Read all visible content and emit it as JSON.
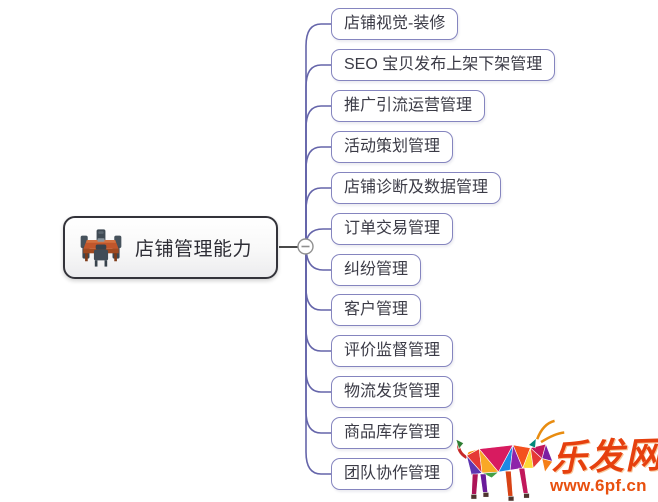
{
  "diagram": {
    "root": {
      "label": "店铺管理能力",
      "icon": "meeting-table-icon"
    },
    "collapse_button_symbol": "−",
    "branches": [
      {
        "label": "店铺视觉-装修"
      },
      {
        "label": "SEO 宝贝发布上架下架管理"
      },
      {
        "label": "推广引流运营管理"
      },
      {
        "label": "活动策划管理"
      },
      {
        "label": "店铺诊断及数据管理"
      },
      {
        "label": "订单交易管理"
      },
      {
        "label": "纠纷管理"
      },
      {
        "label": "客户管理"
      },
      {
        "label": "评价监督管理"
      },
      {
        "label": "物流发货管理"
      },
      {
        "label": "商品库存管理"
      },
      {
        "label": "团队协作管理"
      }
    ]
  },
  "watermark": {
    "site_name": "乐发网",
    "site_url": "www.6pf.cn"
  },
  "colors": {
    "branch_border": "#8585bf",
    "connector_purple": "#6565aa",
    "root_connector_black": "#2f2f2f",
    "collapse_gray": "#909090",
    "root_border": "#33333a",
    "watermark_red": "#e6400e",
    "table_orange": "#c05a2a",
    "chair_gray": "#44505b"
  }
}
